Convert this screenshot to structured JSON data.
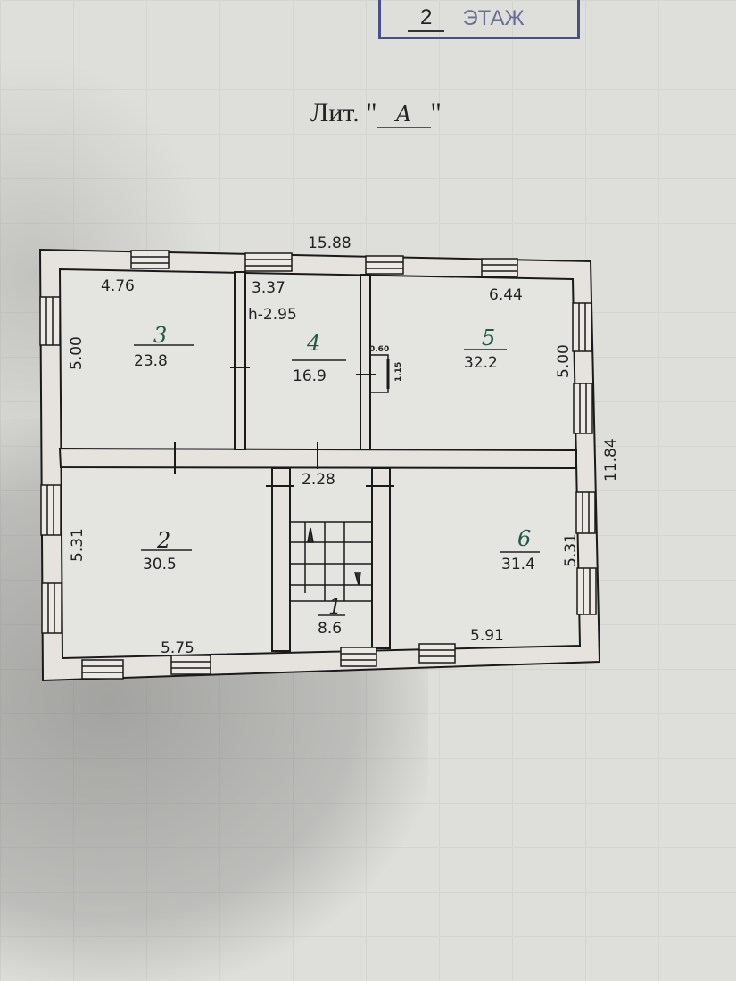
{
  "stamp": {
    "floor_number": "2",
    "floor_label": "ЭТАЖ"
  },
  "title": {
    "prefix": "Лит. \"",
    "letter": "А",
    "suffix": "\""
  },
  "dimensions": {
    "overall_width": "15.88",
    "overall_depth": "11.84",
    "ceiling_height": "h-2.95",
    "room3_width": "4.76",
    "room3_depth": "5.00",
    "room4_width": "3.37",
    "room5_width": "6.44",
    "room5_depth": "5.00",
    "room2_width": "5.75",
    "room2_depth": "5.31",
    "room6_width": "5.91",
    "room6_depth": "5.31",
    "room1_width": "2.28",
    "niche_width": "0.60",
    "niche_depth": "1.15"
  },
  "rooms": [
    {
      "number": "1",
      "area": "8.6"
    },
    {
      "number": "2",
      "area": "30.5"
    },
    {
      "number": "3",
      "area": "23.8"
    },
    {
      "number": "4",
      "area": "16.9"
    },
    {
      "number": "5",
      "area": "32.2"
    },
    {
      "number": "6",
      "area": "31.4"
    }
  ]
}
